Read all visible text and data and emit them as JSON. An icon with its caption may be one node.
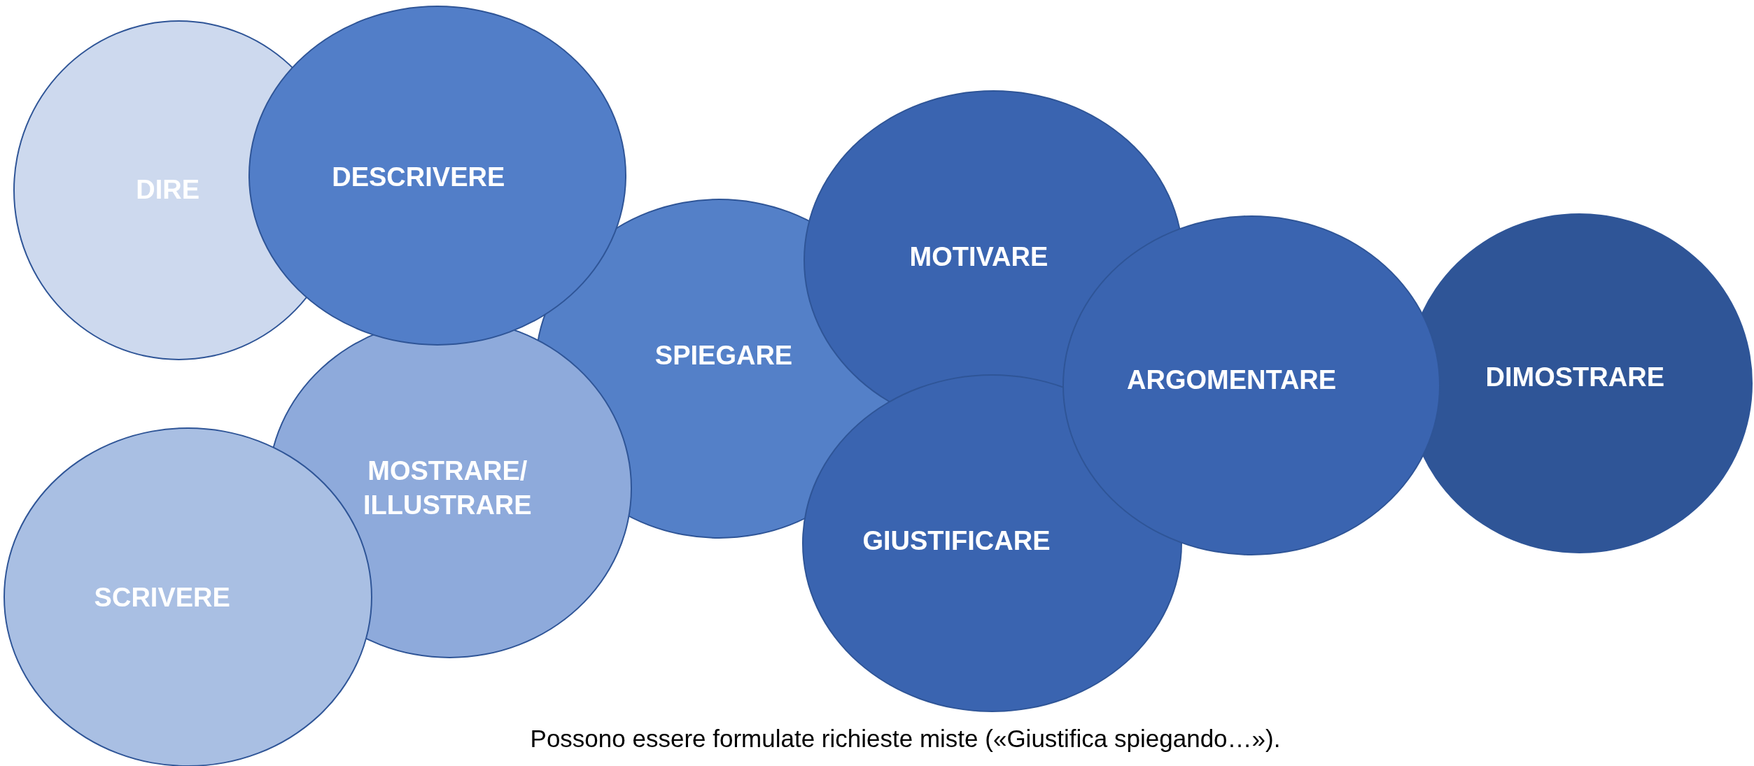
{
  "diagram": {
    "caption": "Possono essere formulate richieste miste («Giustifica spiegando…»).",
    "nodes": [
      {
        "text": [
          "DIRE"
        ]
      },
      {
        "text": [
          "DESCRIVERE"
        ]
      },
      {
        "text": [
          "SPIEGARE"
        ]
      },
      {
        "text": [
          "MOTIVARE"
        ]
      },
      {
        "text": [
          "ARGOMENTARE"
        ]
      },
      {
        "text": [
          "DIMOSTRARE"
        ]
      },
      {
        "text": [
          "MOSTRARE/ ILLUSTRARE"
        ]
      },
      {
        "text": [
          "GIUSTIFICARE"
        ]
      },
      {
        "text": [
          "SCRIVERE"
        ]
      }
    ]
  }
}
